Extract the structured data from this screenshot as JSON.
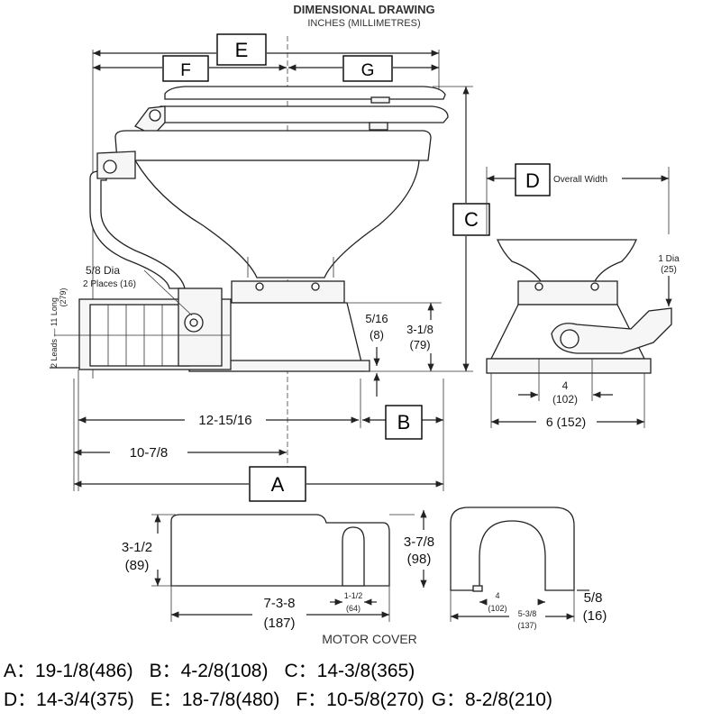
{
  "header": {
    "title": "DIMENSIONAL DRAWING",
    "subtitle": "INCHES (MILLIMETRES)"
  },
  "labels": {
    "A": "A",
    "B": "B",
    "C": "C",
    "D": "D",
    "E": "E",
    "F": "F",
    "G": "G"
  },
  "dimensions": {
    "width_12": "12-15/16",
    "width_10": "10-7/8",
    "base_step": "5/16",
    "base_step_mm": "(8)",
    "base_height": "3-1/8",
    "base_height_mm": "(79)",
    "hole_dia": "5/8 Dia",
    "hole_places": "2 Places (16)",
    "leads": "2 Leads — 11 Long",
    "leads_mm": "(279)",
    "overall_width": "Overall Width",
    "outlet_dia": "1 Dia",
    "outlet_dia_mm": "(25)",
    "foot_span": "4",
    "foot_span_mm": "(102)",
    "base_width": "6  (152)"
  },
  "motor_cover": {
    "title": "MOTOR COVER",
    "height": "3-1/2",
    "height_mm": "(89)",
    "length": "7-3-8",
    "length_mm": "(187)",
    "slot": "1-1/2",
    "slot_mm": "(64)",
    "end_height": "3-7/8",
    "end_height_mm": "(98)",
    "end_inner": "4",
    "end_inner_mm": "(102)",
    "end_width": "5-3/8",
    "end_width_mm": "(137)",
    "flange": "5/8",
    "flange_mm": "(16)"
  },
  "legend": {
    "row1": [
      "A：19-1/8(486)",
      "B：4-2/8(108)",
      "C：14-3/8(365)"
    ],
    "row2": [
      "D：14-3/4(375)",
      "E：18-7/8(480)",
      "F：10-5/8(270)",
      "G：8-2/8(210)"
    ]
  }
}
